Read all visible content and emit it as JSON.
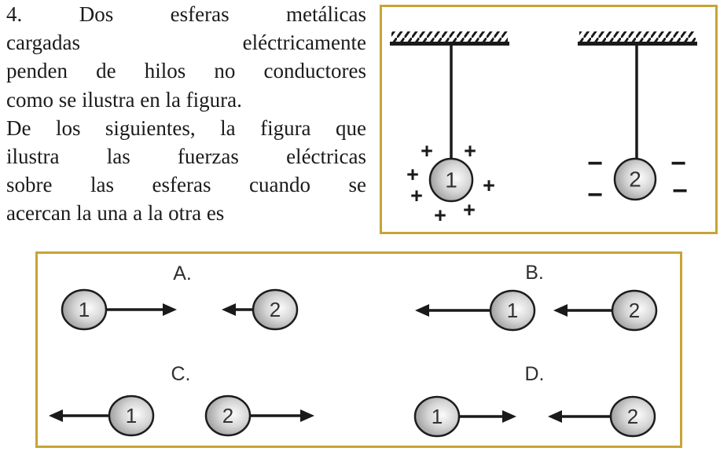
{
  "colors": {
    "background": "#ffffff",
    "box_border": "#c6a437",
    "ink": "#1a1a1a",
    "text": "#1b1b1b"
  },
  "question": {
    "lines": [
      "4. Dos esferas metálicas",
      "cargadas eléctricamente",
      "penden de hilos no conductores",
      "como se ilustra en la figura.",
      "De los siguientes, la figura que",
      "ilustra las fuerzas eléctricas",
      "sobre las esferas cuando se",
      "acercan la una a la otra es"
    ]
  },
  "setup_figure": {
    "plus_symbol": "+",
    "minus_symbol": "−",
    "sphere1": {
      "label": "1",
      "charge": "positive",
      "charge_sign_count": 7
    },
    "sphere2": {
      "label": "2",
      "charge": "negative",
      "charge_sign_count": 4
    },
    "description": "Two spheres hang by threads from hatched ceilings; sphere 1 surrounded by plus signs, sphere 2 by minus signs"
  },
  "options": {
    "A": {
      "label": "A.",
      "sphere1": "1",
      "sphere2": "2",
      "force_on_1": "long arrow right toward sphere 2",
      "force_on_2": "short arrow left toward sphere 1"
    },
    "B": {
      "label": "B.",
      "sphere1": "1",
      "sphere2": "2",
      "force_on_1": "arrow left away from sphere 2",
      "force_on_2": "arrow left toward sphere 1"
    },
    "C": {
      "label": "C.",
      "sphere1": "1",
      "sphere2": "2",
      "force_on_1": "arrow left away from sphere 2",
      "force_on_2": "arrow right away from sphere 1"
    },
    "D": {
      "label": "D.",
      "sphere1": "1",
      "sphere2": "2",
      "force_on_1": "arrow right toward sphere 2",
      "force_on_2": "arrow left toward sphere 1"
    }
  }
}
